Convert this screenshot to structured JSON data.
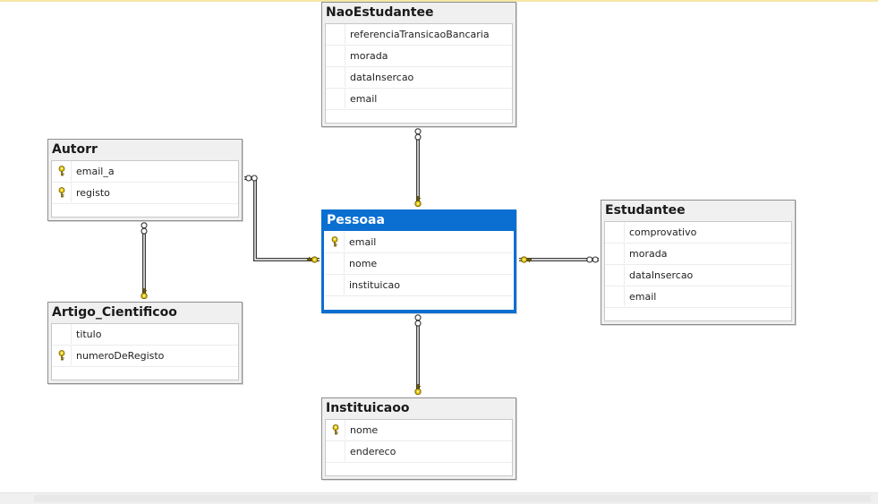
{
  "colors": {
    "selected_header": "#0a6fd1",
    "key_icon": "#e6c400"
  },
  "tables": [
    {
      "id": "naoestudantee",
      "title": "NaoEstudantee",
      "columns": [
        {
          "name": "referenciaTransicaoBancaria",
          "key": false
        },
        {
          "name": "morada",
          "key": false
        },
        {
          "name": "dataInsercao",
          "key": false
        },
        {
          "name": "email",
          "key": false
        }
      ]
    },
    {
      "id": "autorr",
      "title": "Autorr",
      "columns": [
        {
          "name": "email_a",
          "key": true
        },
        {
          "name": "registo",
          "key": true
        }
      ]
    },
    {
      "id": "pessoaa",
      "title": "Pessoaa",
      "selected": true,
      "columns": [
        {
          "name": "email",
          "key": true
        },
        {
          "name": "nome",
          "key": false
        },
        {
          "name": "instituicao",
          "key": false
        }
      ]
    },
    {
      "id": "estudantee",
      "title": "Estudantee",
      "columns": [
        {
          "name": "comprovativo",
          "key": false
        },
        {
          "name": "morada",
          "key": false
        },
        {
          "name": "dataInsercao",
          "key": false
        },
        {
          "name": "email",
          "key": false
        }
      ]
    },
    {
      "id": "artigo",
      "title": "Artigo_Cientificoo",
      "columns": [
        {
          "name": "titulo",
          "key": false
        },
        {
          "name": "numeroDeRegisto",
          "key": true
        }
      ]
    },
    {
      "id": "instituicaoo",
      "title": "Instituicaoo",
      "columns": [
        {
          "name": "nome",
          "key": true
        },
        {
          "name": "endereco",
          "key": false
        }
      ]
    }
  ],
  "relationships": [
    {
      "from": "naoestudantee",
      "to": "pessoaa"
    },
    {
      "from": "autorr",
      "to": "pessoaa"
    },
    {
      "from": "estudantee",
      "to": "pessoaa"
    },
    {
      "from": "instituicaoo",
      "to": "pessoaa"
    },
    {
      "from": "autorr",
      "to": "artigo"
    }
  ]
}
